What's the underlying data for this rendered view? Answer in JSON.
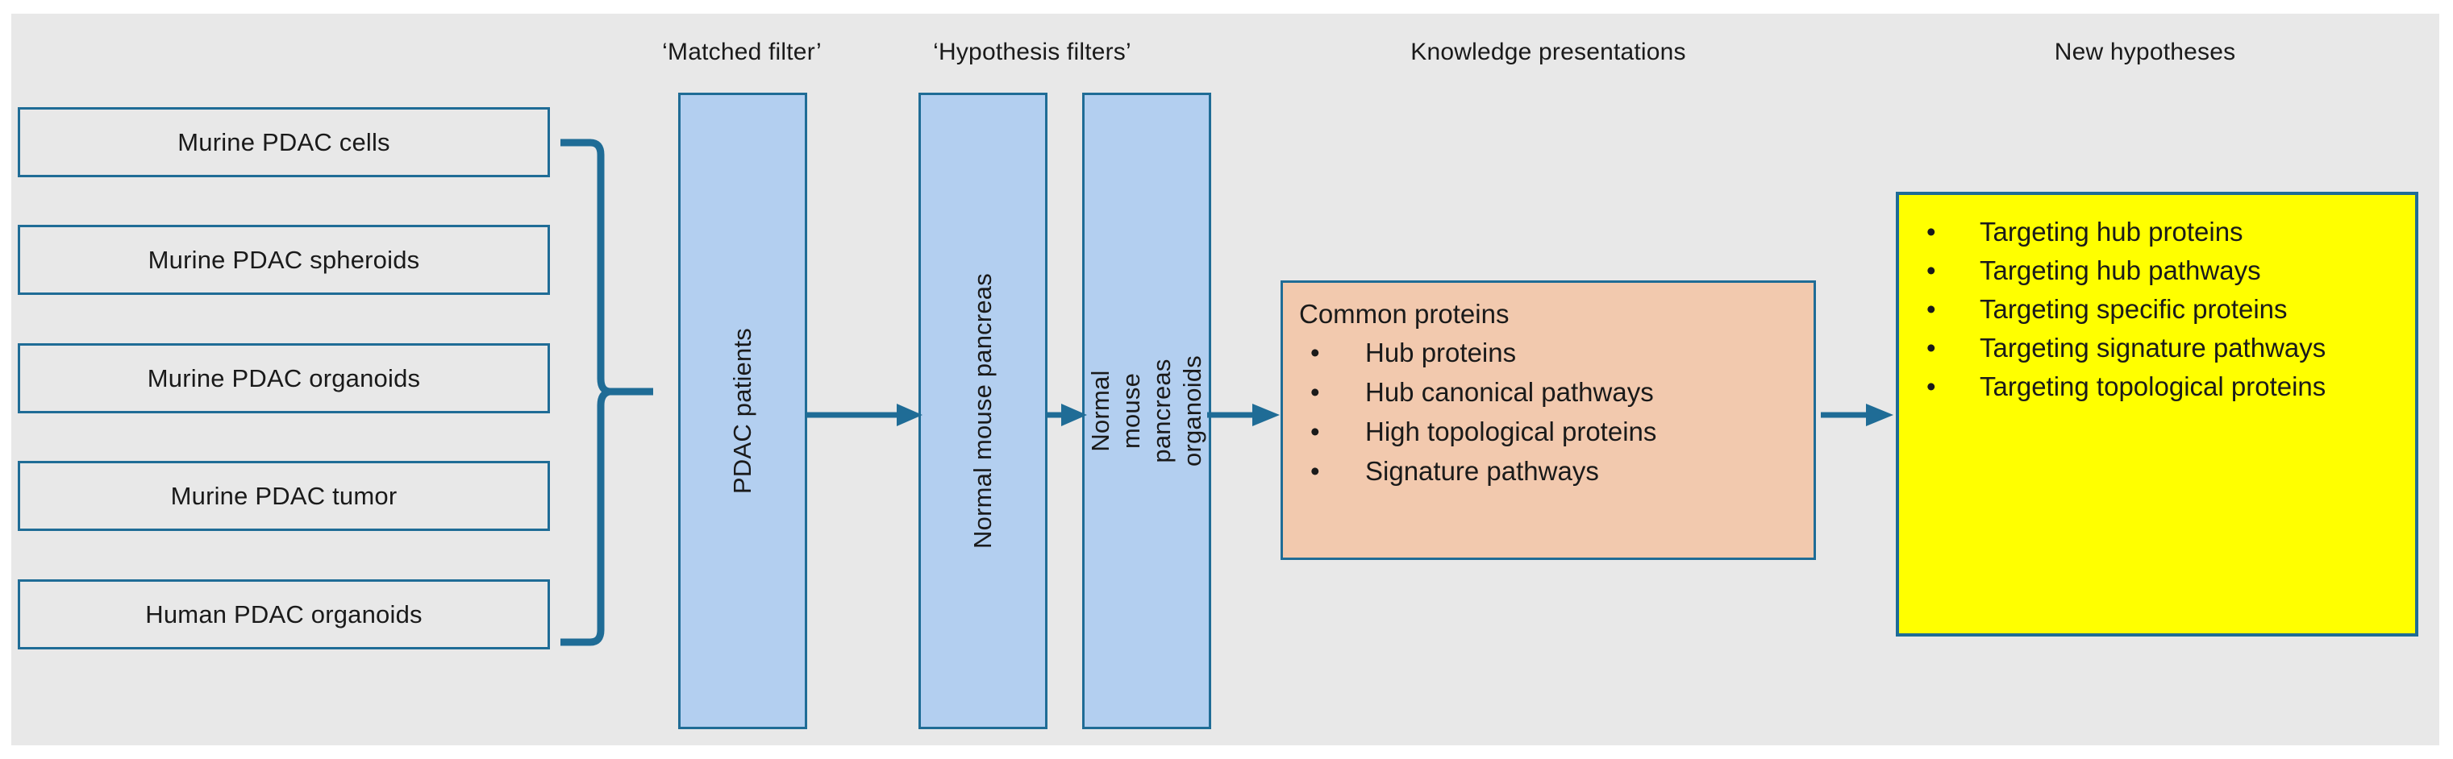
{
  "figure": {
    "background_color": "#ffffff",
    "panel_color": "#e8e8e8",
    "accent_color": "#1f6c96",
    "box_fill_blue": "#b3cff0",
    "box_fill_peach": "#f2c9ae",
    "box_fill_yellow": "#ffff00"
  },
  "headers": {
    "matched_filter": "‘Matched filter’",
    "hypothesis_filters": "‘Hypothesis filters’",
    "knowledge_presentations": "Knowledge presentations",
    "new_hypotheses": "New hypotheses"
  },
  "sources": [
    {
      "label": "Murine PDAC cells"
    },
    {
      "label": "Murine PDAC spheroids"
    },
    {
      "label": "Murine PDAC organoids"
    },
    {
      "label": "Murine PDAC tumor"
    },
    {
      "label": "Human PDAC organoids"
    }
  ],
  "filters": {
    "matched": {
      "label": "PDAC patients"
    },
    "hypothesis_1": {
      "label": "Normal mouse pancreas"
    },
    "hypothesis_2": {
      "label": "Normal mouse pancreas organoids"
    }
  },
  "knowledge": {
    "title": "Common proteins",
    "bullet_glyph": "•",
    "items": [
      "Hub proteins",
      "Hub canonical pathways",
      "High topological proteins",
      "Signature pathways"
    ]
  },
  "hypotheses": {
    "bullet_glyph": "•",
    "items": [
      "Targeting  hub proteins",
      "Targeting hub pathways",
      "Targeting specific proteins",
      "Targeting signature pathways",
      "Targeting topological proteins"
    ]
  }
}
